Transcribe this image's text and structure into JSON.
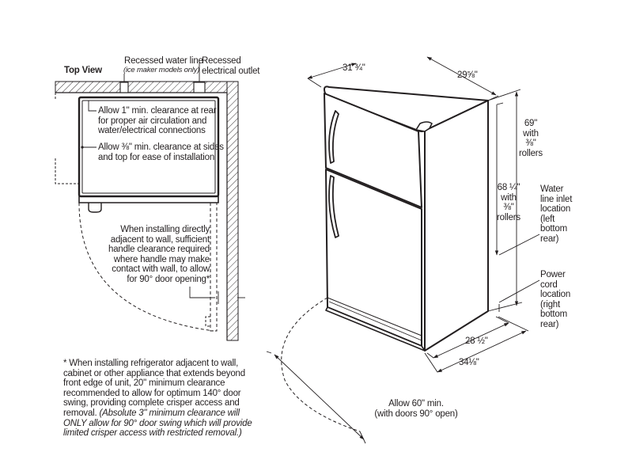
{
  "top_view": {
    "title": "Top View",
    "recessed_water_line": "Recessed water line",
    "ice_maker_models_only": "(ice maker models only)",
    "recessed_electrical_outlet": "Recessed\nelectrical outlet",
    "rear_clearance": "Allow 1\" min. clearance at rear\nfor proper air circulation and\nwater/electrical connections",
    "side_clearance": "Allow ⅜\" min. clearance at sides\nand top for ease of installation",
    "handle_clearance": "When installing directly\nadjacent to wall, sufficient\nhandle clearance required\nwhere handle may make\ncontact with wall, to allow\nfor 90° door opening*"
  },
  "footnote": {
    "normal": "* When installing refrigerator adjacent to wall, cabinet or other appliance that extends beyond front edge of unit, 20\" minimum clearance recommended to allow for optimum 140° door swing, providing complete crisper access and removal.",
    "italic": "(Absolute 3\" minimum clearance will ONLY allow for 90° door swing which will provide limited crisper access with restricted removal.)"
  },
  "dimensions": {
    "top_width": "31 ¾\"",
    "top_depth": "29⅝\"",
    "height_69": "69\"\nwith\n⅜\"\nrollers",
    "height_68": "68 ¼\"\nwith\n⅜\"\nrollers",
    "bottom_depth_28": "28 ½\"",
    "bottom_depth_34": "34⅛\"",
    "water_inlet": "Water\nline inlet\nlocation\n(left\nbottom\nrear)",
    "power_cord": "Power\ncord\nlocation\n(right\nbottom\nrear)",
    "allow_60": "Allow 60\" min.\n(with doors 90° open)"
  }
}
